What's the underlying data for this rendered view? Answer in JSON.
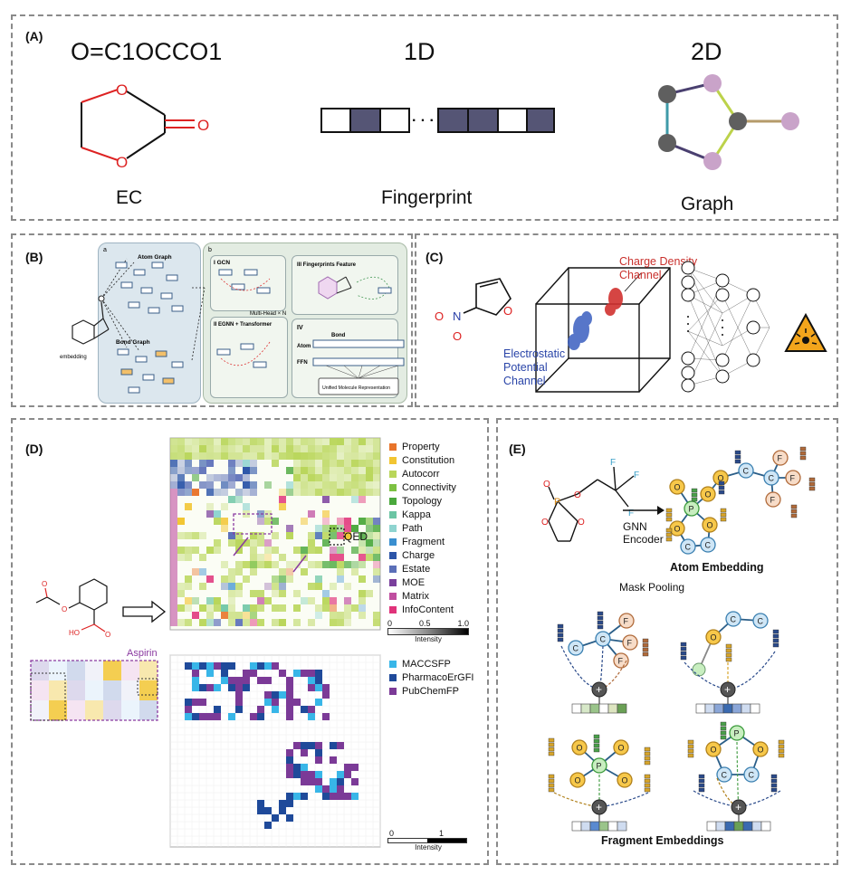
{
  "panel_a": {
    "label": "(A)",
    "smiles": "O=C1OCCO1",
    "one_d": "1D",
    "two_d": "2D",
    "ec_label": "EC",
    "fingerprint_label": "Fingerprint",
    "graph_label": "Graph",
    "dots": "· · ·",
    "atom_o": "O"
  },
  "panel_b": {
    "label": "(B)",
    "a": "a",
    "b": "b",
    "atom_graph": "Atom Graph",
    "bond_graph": "Bond Graph",
    "embedding": "embedding",
    "gcn": "I GCN",
    "fingerprints_feature": "III Fingerprints Feature",
    "egnn": "II EGNN + Transformer",
    "multi_head": "Multi-Head × N",
    "iv": "IV",
    "bond": "Bond",
    "atom": "Atom",
    "ffn": "FFN",
    "unified": "Unified Molecule Representation"
  },
  "panel_c": {
    "label": "(C)",
    "charge_density": "Charge Density Channel",
    "electrostatic": "Electrostatic Potential Channel",
    "nitro_n": "N",
    "nitro_o1": "O",
    "nitro_o2": "O",
    "ring_o": "O"
  },
  "panel_d": {
    "label": "(D)",
    "legend1": [
      {
        "name": "Property",
        "color": "#e8742a"
      },
      {
        "name": "Constitution",
        "color": "#f2c532"
      },
      {
        "name": "Autocorr",
        "color": "#b9d65a"
      },
      {
        "name": "Connectivity",
        "color": "#7dc142"
      },
      {
        "name": "Topology",
        "color": "#4aa83c"
      },
      {
        "name": "Kappa",
        "color": "#6bc5a4"
      },
      {
        "name": "Path",
        "color": "#8fd4d0"
      },
      {
        "name": "Fragment",
        "color": "#3a8fd0"
      },
      {
        "name": "Charge",
        "color": "#2c55a8"
      },
      {
        "name": "Estate",
        "color": "#5b6fb8"
      },
      {
        "name": "MOE",
        "color": "#7a3f9c"
      },
      {
        "name": "Matrix",
        "color": "#c04ea0"
      },
      {
        "name": "InfoContent",
        "color": "#e0337a"
      }
    ],
    "scale1_ticks": [
      "0",
      "0.5",
      "1.0"
    ],
    "intensity": "Intensity",
    "qed": "QED",
    "aspirin": "Aspirin",
    "legend2": [
      {
        "name": "MACCSFP",
        "color": "#38b6e8"
      },
      {
        "name": "PharmacoErGFI",
        "color": "#1f4a9a"
      },
      {
        "name": "PubChemFP",
        "color": "#7b3a97"
      }
    ],
    "scale2_ticks": [
      "0",
      "1"
    ],
    "ho": "HO",
    "o": "O"
  },
  "panel_e": {
    "label": "(E)",
    "gnn_encoder": "GNN Encoder",
    "atom_embedding": "Atom Embedding",
    "mask_pooling": "Mask Pooling",
    "fragment_embeddings": "Fragment Embeddings",
    "p": "P",
    "f": "F",
    "o": "O",
    "c": "C"
  }
}
